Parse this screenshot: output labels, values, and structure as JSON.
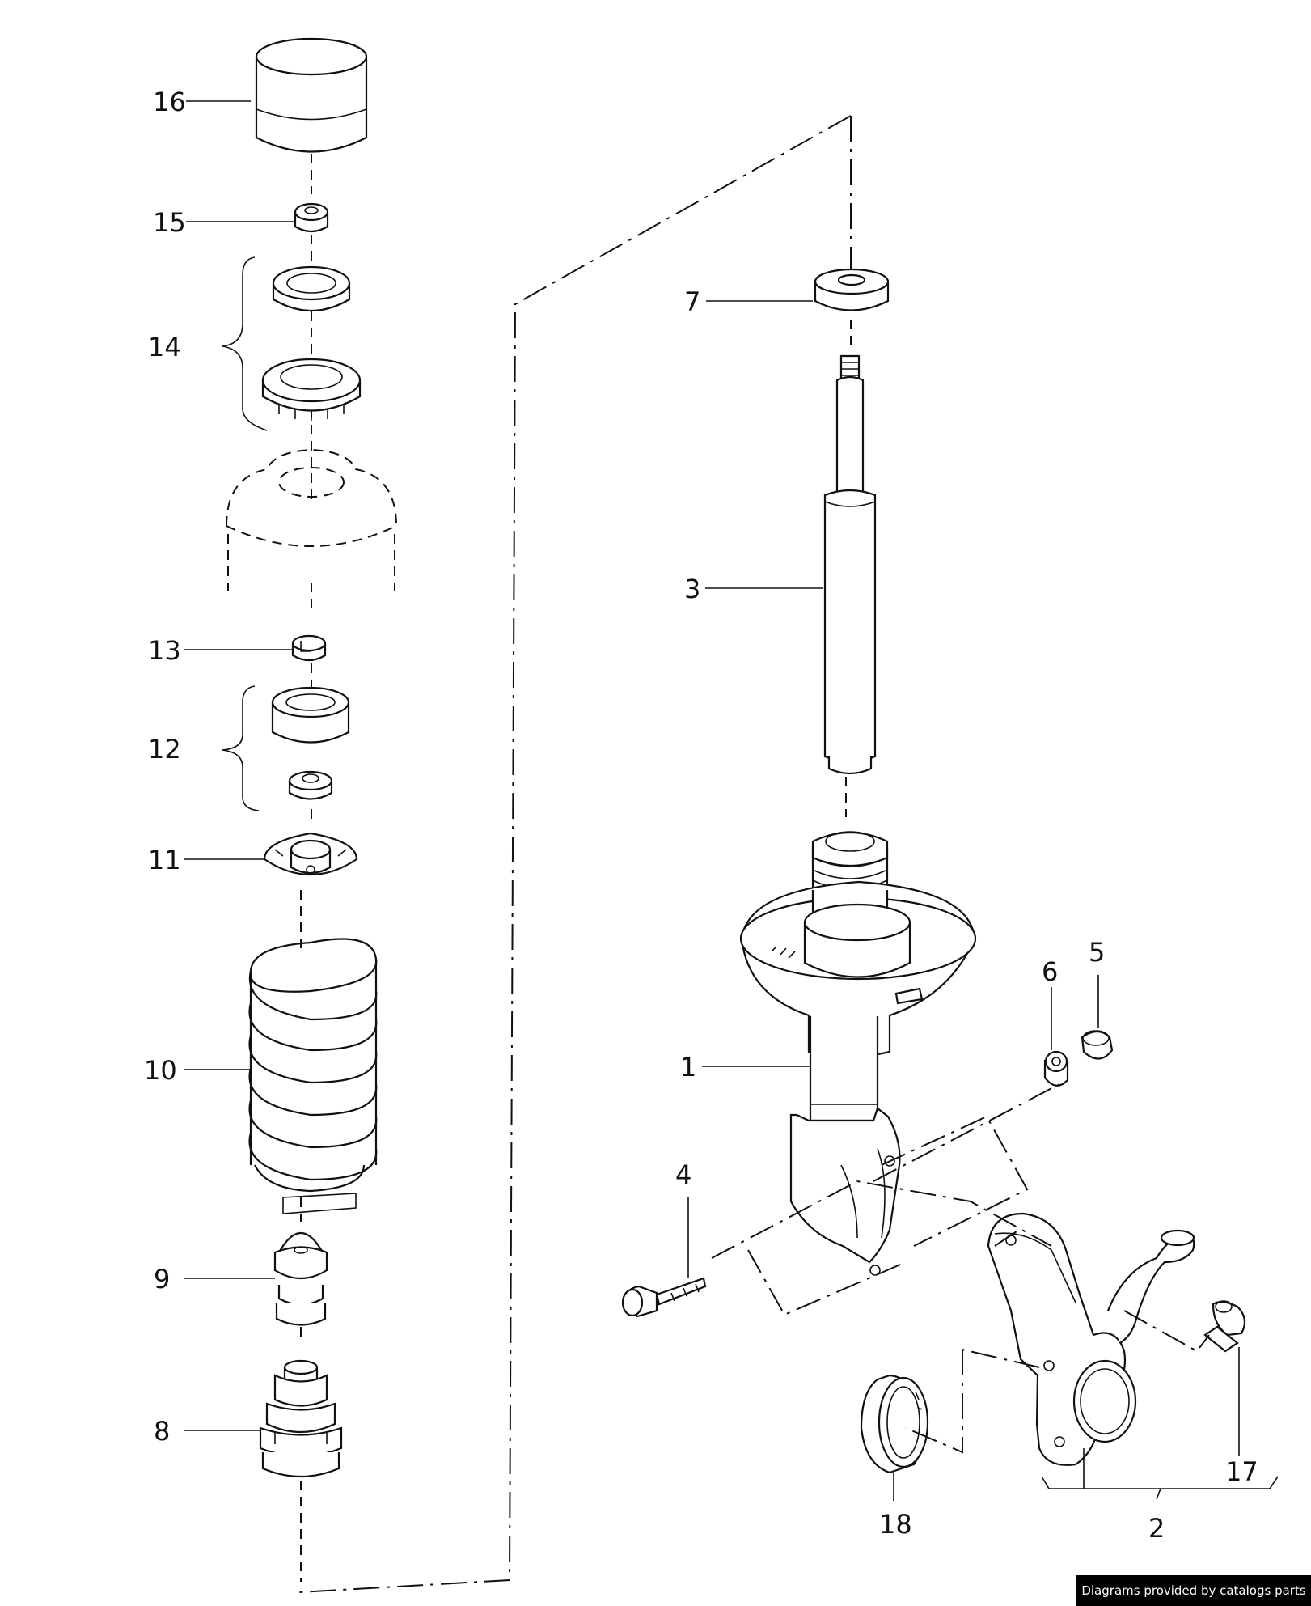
{
  "callouts": {
    "c1": "1",
    "c2": "2",
    "c3": "3",
    "c4": "4",
    "c5": "5",
    "c6": "6",
    "c7": "7",
    "c8": "8",
    "c9": "9",
    "c10": "10",
    "c11": "11",
    "c12": "12",
    "c13": "13",
    "c14": "14",
    "c15": "15",
    "c16": "16",
    "c17": "17",
    "c18": "18"
  },
  "credit": "Diagrams provided by catalogs parts"
}
